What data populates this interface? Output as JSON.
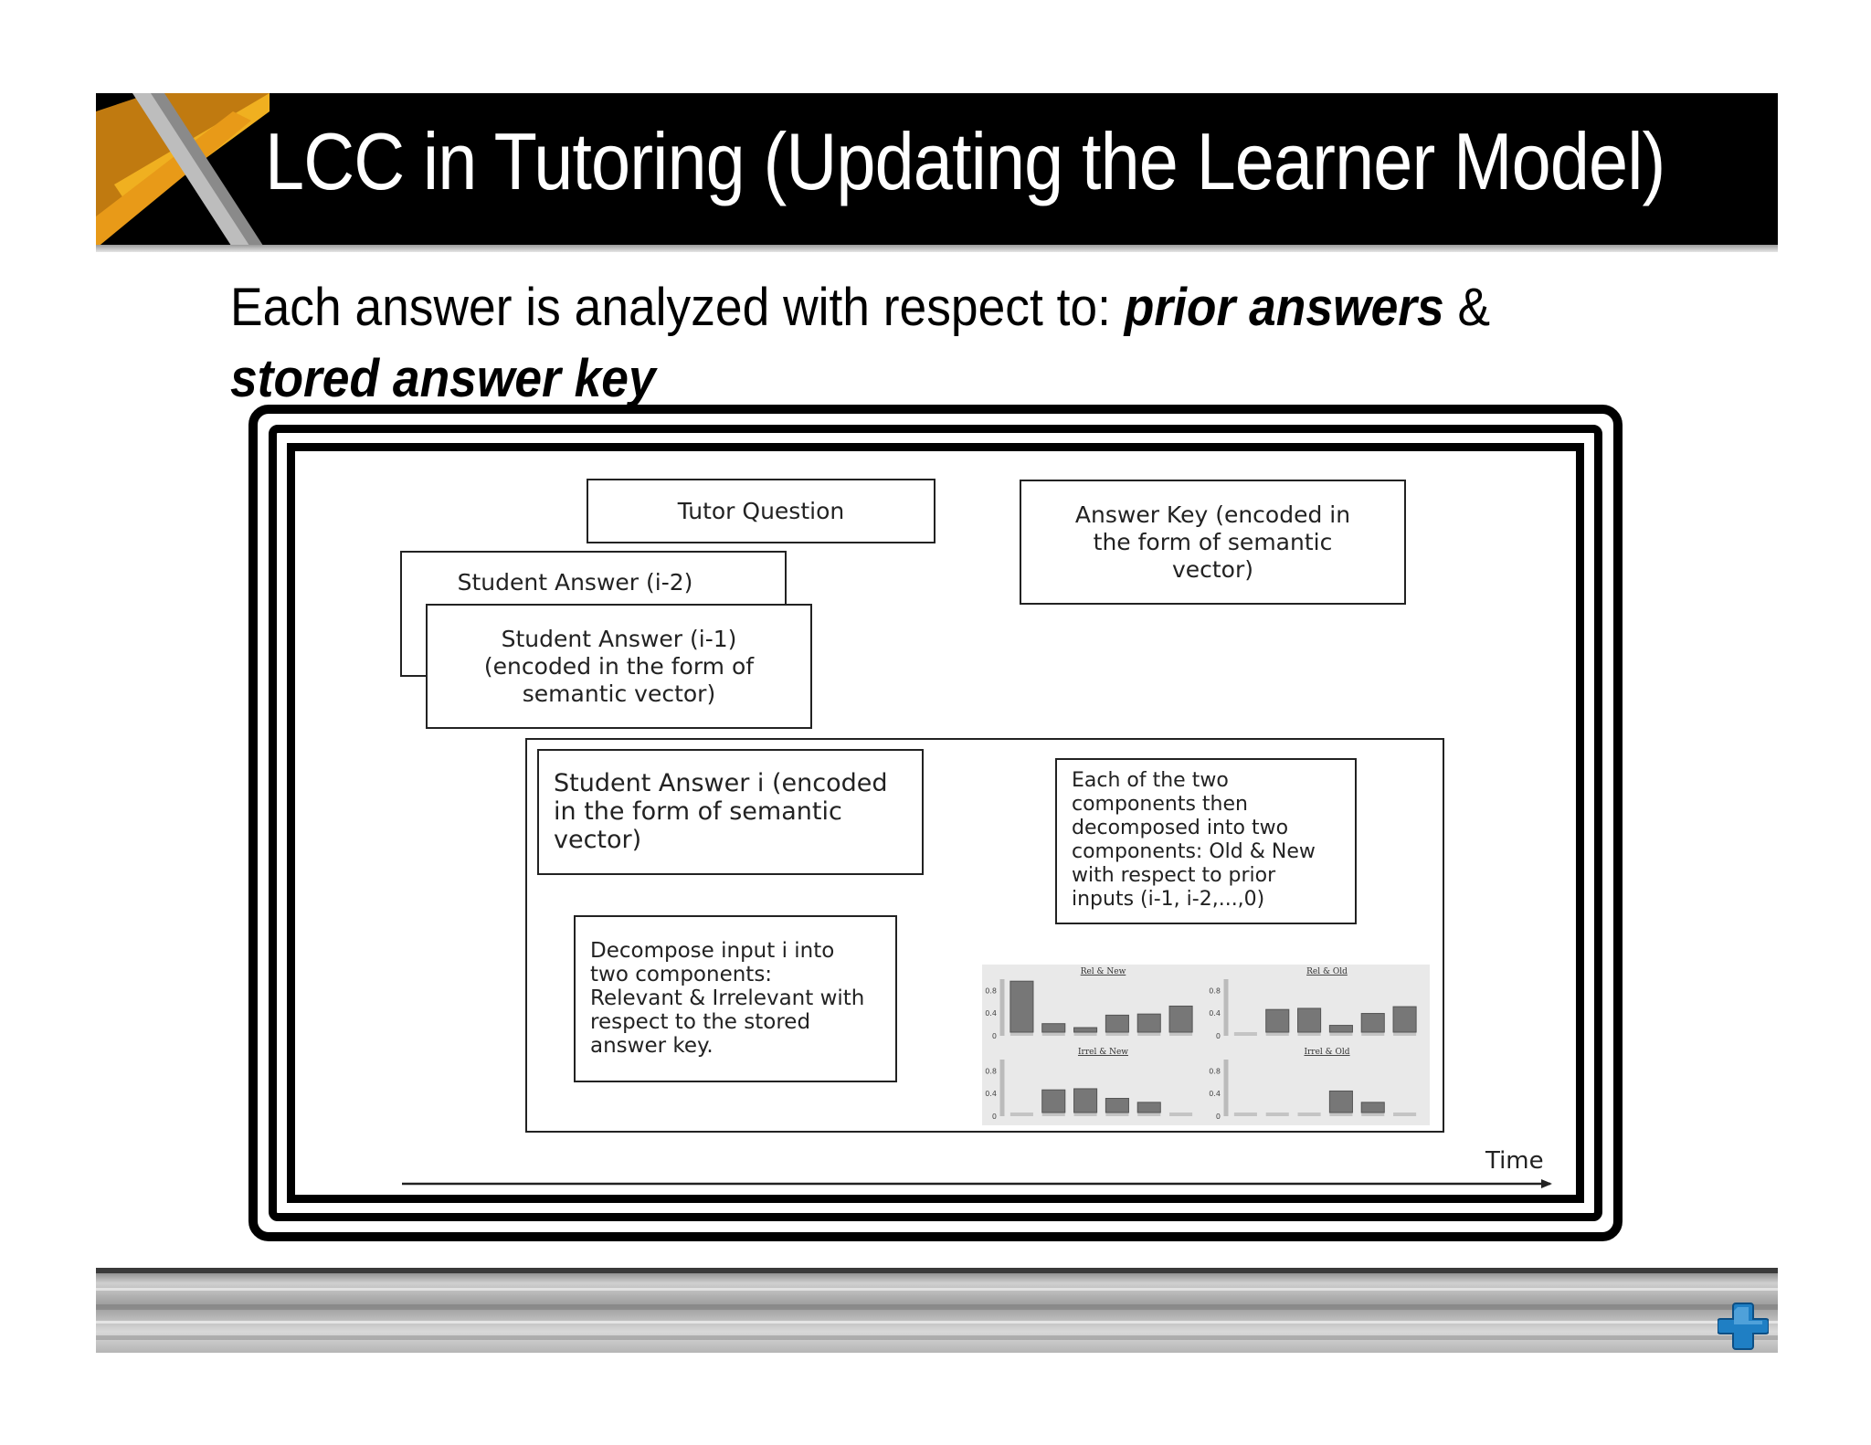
{
  "title": "LCC in Tutoring (Updating the Learner Model)",
  "subtitle": {
    "prefix": "Each answer is analyzed with respect to: ",
    "emph1": "prior answers",
    "connector": " & ",
    "emph2": "stored answer key"
  },
  "diagram": {
    "tutor_question": [
      "Tutor Question"
    ],
    "answer_key": [
      "Answer Key (encoded in",
      "the form of semantic",
      "vector)"
    ],
    "student_answer_i2": [
      "Student Answer (i-2)"
    ],
    "student_answer_i1": [
      "Student Answer (i-1)",
      "(encoded in the form of",
      "semantic vector)"
    ],
    "student_answer_i": [
      "Student Answer i (encoded",
      "in the form of semantic",
      "vector)"
    ],
    "decompose": [
      "Decompose input i into",
      "two components:",
      "Relevant & Irrelevant with",
      "respect to the stored",
      "answer key."
    ],
    "each_of_two": [
      "Each of the two",
      "components then",
      "decomposed into two",
      "components: Old & New",
      "with respect to prior",
      "inputs (i-1, i-2,...,0)"
    ],
    "time_label": "Time"
  },
  "chart_data": [
    {
      "type": "bar",
      "title": "Rel & New",
      "yticks": [
        "0.8",
        "0.4",
        "0"
      ],
      "ylim": [
        0,
        1
      ],
      "values": [
        0.9,
        0.15,
        0.08,
        0.3,
        0.32,
        0.46
      ]
    },
    {
      "type": "bar",
      "title": "Rel & Old",
      "yticks": [
        "0.8",
        "0.4",
        "0"
      ],
      "ylim": [
        0,
        1
      ],
      "values": [
        0.0,
        0.4,
        0.42,
        0.12,
        0.33,
        0.45
      ]
    },
    {
      "type": "bar",
      "title": "Irrel & New",
      "yticks": [
        "0.8",
        "0.4",
        "0"
      ],
      "ylim": [
        0,
        1
      ],
      "values": [
        0.0,
        0.4,
        0.42,
        0.25,
        0.18,
        0.0
      ]
    },
    {
      "type": "bar",
      "title": "Irrel & Old",
      "yticks": [
        "0.8",
        "0.4",
        "0"
      ],
      "ylim": [
        0,
        1
      ],
      "values": [
        0.0,
        0.0,
        0.0,
        0.38,
        0.18,
        0.0
      ]
    }
  ],
  "icons": {
    "footer_icon": "plus-icon"
  },
  "colors": {
    "banner": "#000000",
    "accent_orange": "#e8a21e",
    "plus_blue": "#1f7fc4"
  }
}
